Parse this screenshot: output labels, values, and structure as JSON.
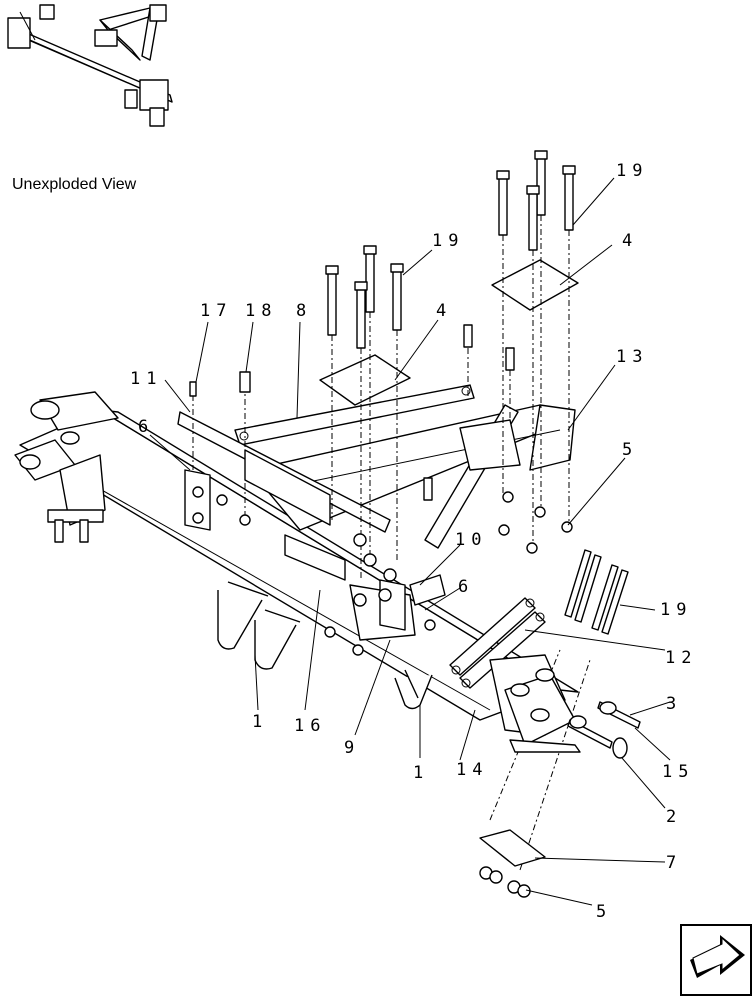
{
  "diagram": {
    "caption": "Unexploded View",
    "callouts": {
      "c19a": "19",
      "c19b": "19",
      "c19c": "19",
      "c4a": "4",
      "c4b": "4",
      "c13": "13",
      "c17": "17",
      "c18": "18",
      "c8": "8",
      "c11": "11",
      "c6a": "6",
      "c6b": "6",
      "c5a": "5",
      "c5b": "5",
      "c10": "10",
      "c12": "12",
      "c3": "3",
      "c15": "15",
      "c2": "2",
      "c7": "7",
      "c1a": "1",
      "c1b": "1",
      "c16": "16",
      "c9": "9",
      "c14": "14"
    }
  },
  "nav": {
    "icon": "next-page-arrow-icon"
  }
}
